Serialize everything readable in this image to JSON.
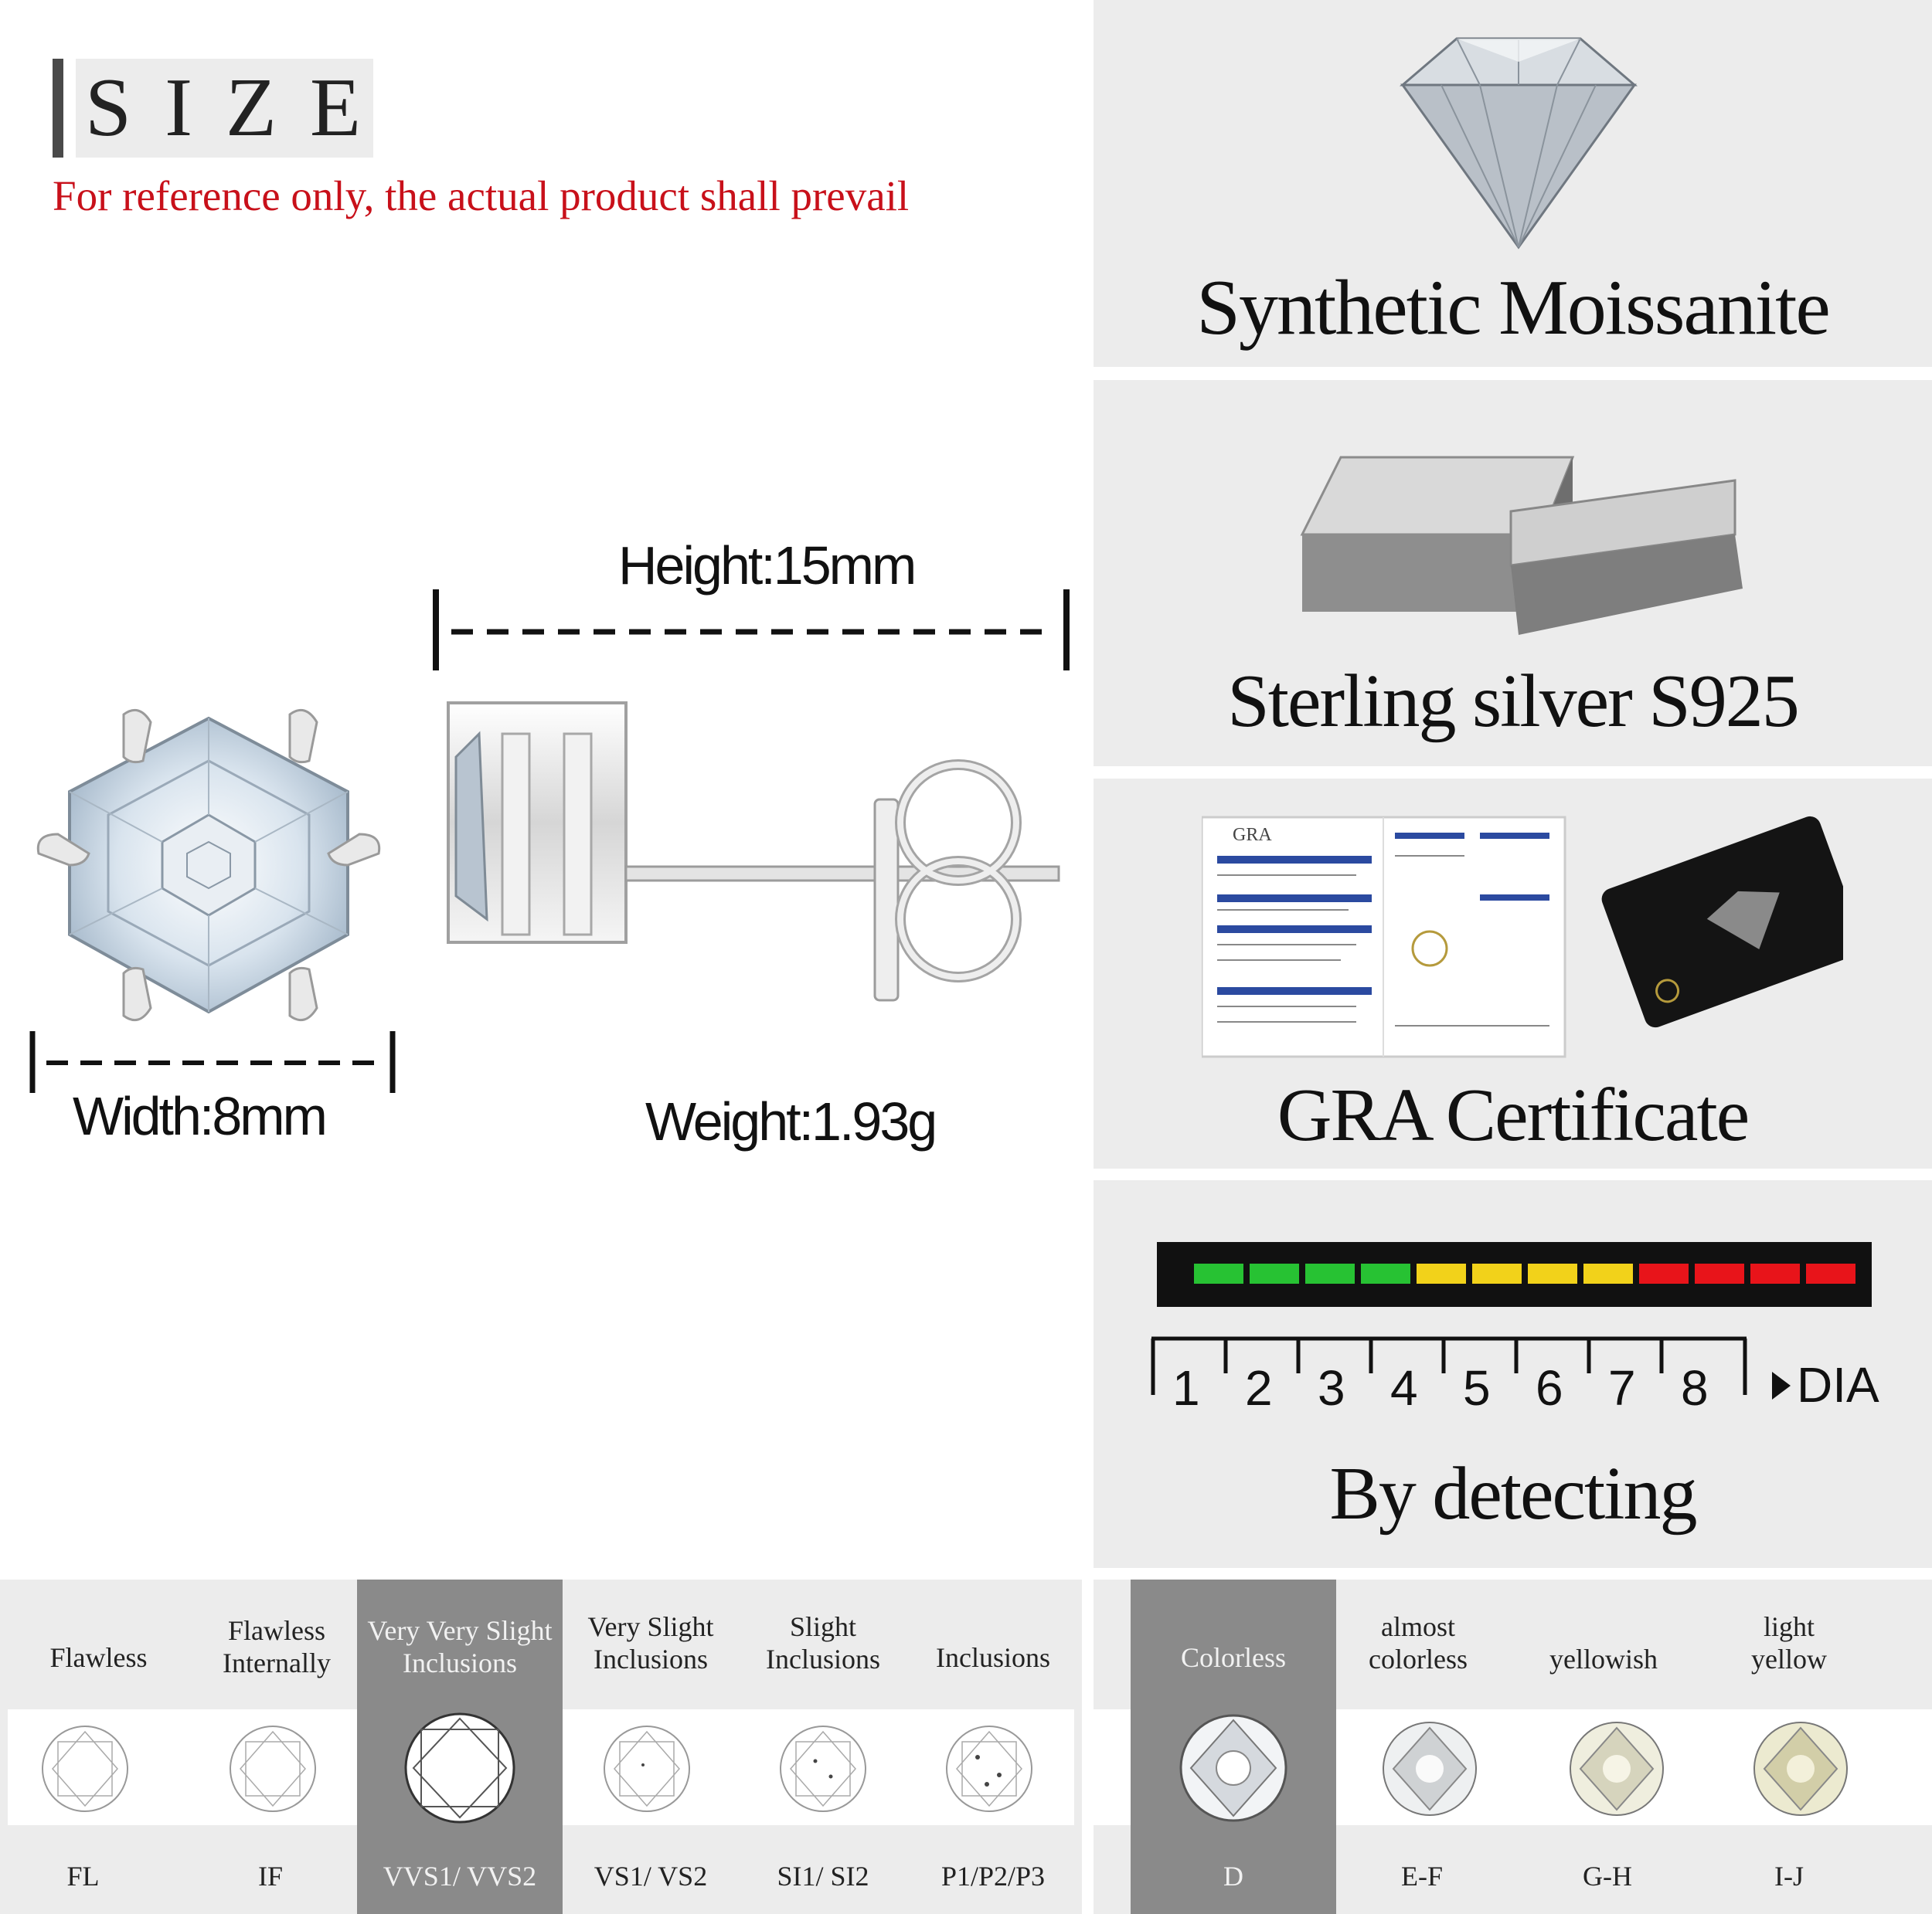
{
  "size_header": {
    "title": "S I Z E",
    "note": "For reference only, the actual product shall prevail"
  },
  "dimensions": {
    "height": "Height:15mm",
    "width": "Width:8mm",
    "weight": "Weight:1.93g"
  },
  "features": [
    {
      "label": "Synthetic Moissanite",
      "icon": "diamond-icon"
    },
    {
      "label": "Sterling silver S925",
      "icon": "silver-bars-icon"
    },
    {
      "label": "GRA Certificate",
      "icon": "certificate-icon"
    },
    {
      "label": "By detecting",
      "icon": "tester-icon"
    }
  ],
  "certificate": {
    "logo": "GRA"
  },
  "tester": {
    "scale": [
      "1",
      "2",
      "3",
      "4",
      "5",
      "6",
      "7",
      "8"
    ],
    "arrow_label": "DIA",
    "colors": {
      "green": "#27c233",
      "yellow": "#f2d21a",
      "red": "#e8141a"
    }
  },
  "clarity": {
    "grades": [
      {
        "name": "Flawless",
        "code": "FL",
        "selected": false
      },
      {
        "name": "Flawless Internally",
        "code": "IF",
        "selected": false
      },
      {
        "name": "Very Very Slight Inclusions",
        "code": "VVS1/ VVS2",
        "selected": true
      },
      {
        "name": "Very Slight Inclusions",
        "code": "VS1/ VS2",
        "selected": false
      },
      {
        "name": "Slight Inclusions",
        "code": "SI1/ SI2",
        "selected": false
      },
      {
        "name": "Inclusions",
        "code": "P1/P2/P3",
        "selected": false
      }
    ]
  },
  "color_grade": {
    "grades": [
      {
        "name": "Colorless",
        "code": "D",
        "selected": true
      },
      {
        "name": "almost colorless",
        "code": "E-F",
        "selected": false
      },
      {
        "name": "yellowish",
        "code": "G-H",
        "selected": false
      },
      {
        "name": "light yellow",
        "code": "I-J",
        "selected": false
      }
    ]
  },
  "colors": {
    "note_red": "#c8101a",
    "selected_gray": "#8a8a8a",
    "panel_gray": "#ececec"
  }
}
